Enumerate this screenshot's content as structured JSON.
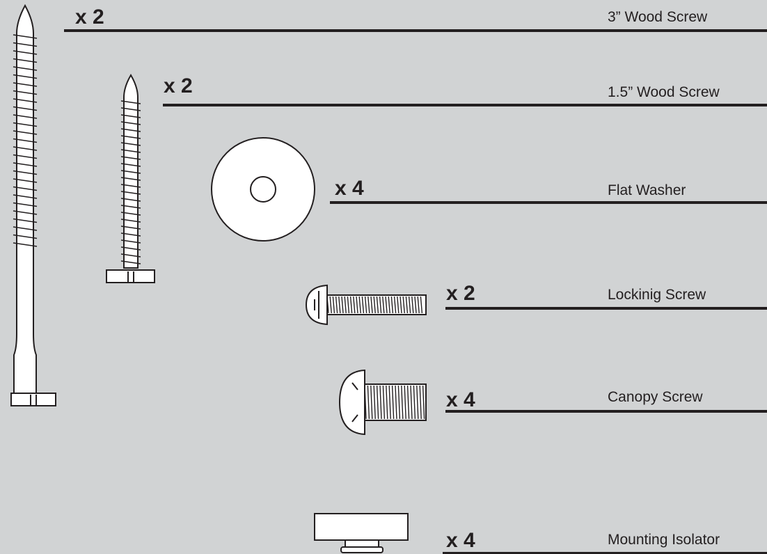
{
  "parts": [
    {
      "name": "3” Wood Screw",
      "quantity": "x 2",
      "icon": "long-wood-screw-icon"
    },
    {
      "name": "1.5” Wood Screw",
      "quantity": "x 2",
      "icon": "short-wood-screw-icon"
    },
    {
      "name": "Flat Washer",
      "quantity": "x 4",
      "icon": "flat-washer-icon"
    },
    {
      "name": "Lockinig Screw",
      "quantity": "x 2",
      "icon": "locking-screw-icon"
    },
    {
      "name": "Canopy Screw",
      "quantity": "x 4",
      "icon": "canopy-screw-icon"
    },
    {
      "name": "Mounting Isolator",
      "quantity": "x 4",
      "icon": "mounting-isolator-icon"
    }
  ],
  "colors": {
    "background": "#d1d3d4",
    "ink": "#231f20",
    "part_fill": "#ffffff"
  }
}
